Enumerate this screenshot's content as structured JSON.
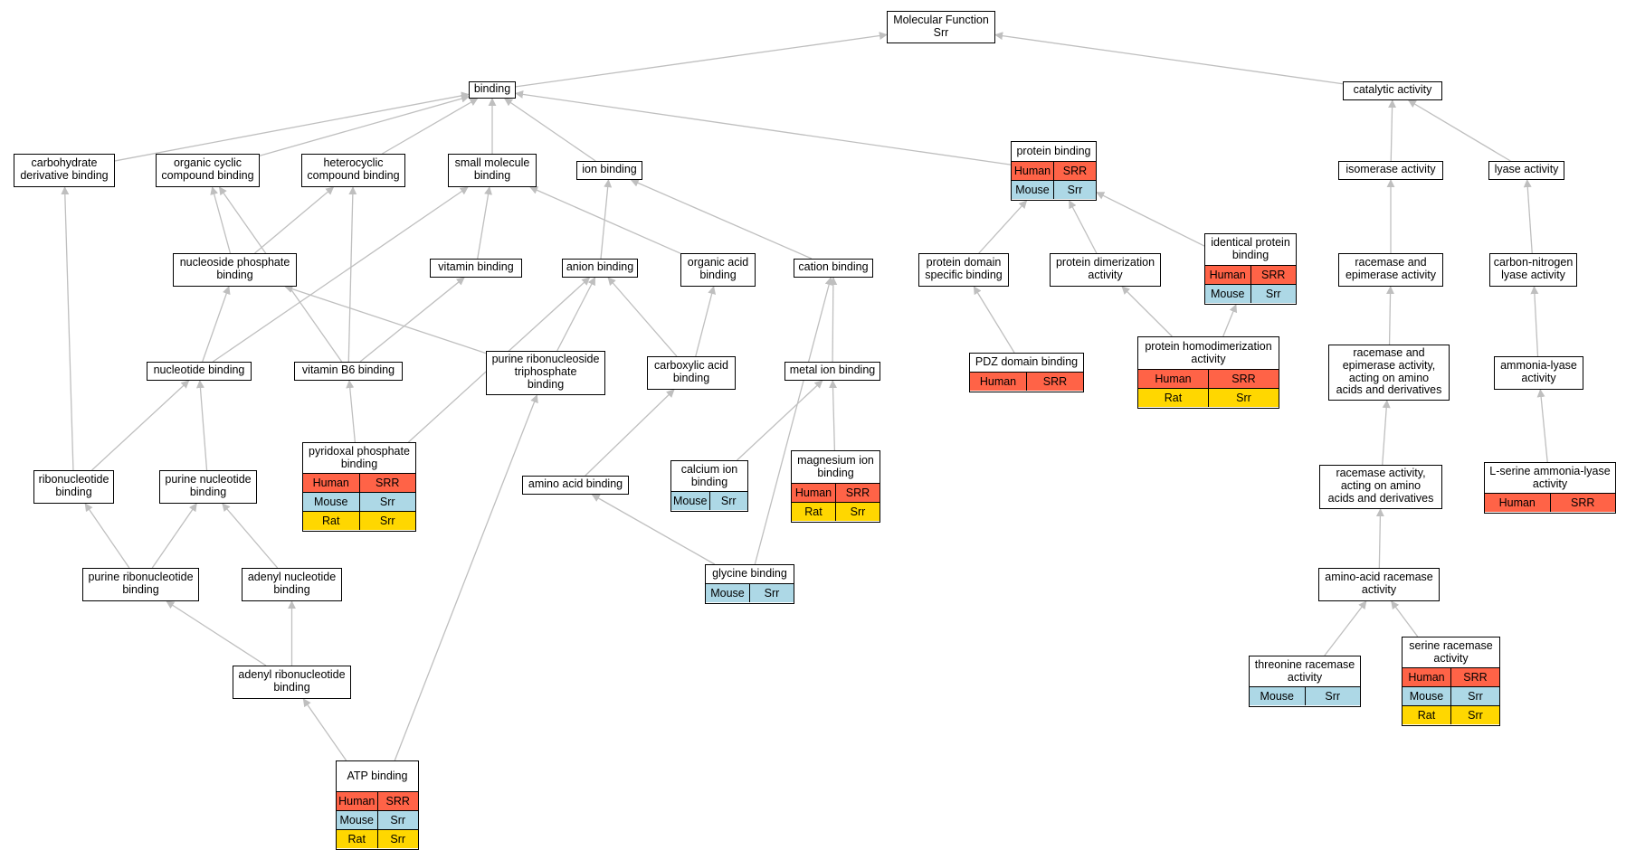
{
  "colors": {
    "Human": "#ff6347",
    "Mouse": "#add8e6",
    "Rat": "#ffd700",
    "edge": "#bfbfbf"
  },
  "nodes": {
    "mf": {
      "label": "Molecular Function\nSrr"
    },
    "binding": {
      "label": "binding"
    },
    "catalytic": {
      "label": "catalytic activity"
    },
    "carb": {
      "label": "carbohydrate\nderivative binding"
    },
    "orgcyc": {
      "label": "organic cyclic\ncompound binding"
    },
    "hetcyc": {
      "label": "heterocyclic\ncompound binding"
    },
    "smallmol": {
      "label": "small molecule\nbinding"
    },
    "ionb": {
      "label": "ion binding"
    },
    "protb": {
      "label": "protein binding",
      "rows": [
        [
          "Human",
          "SRR"
        ],
        [
          "Mouse",
          "Srr"
        ]
      ]
    },
    "isomerase": {
      "label": "isomerase activity"
    },
    "lyase": {
      "label": "lyase activity"
    },
    "nucphos": {
      "label": "nucleoside phosphate\nbinding"
    },
    "vitb": {
      "label": "vitamin binding"
    },
    "anion": {
      "label": "anion binding"
    },
    "orgacid": {
      "label": "organic acid\nbinding"
    },
    "cation": {
      "label": "cation binding"
    },
    "protdom": {
      "label": "protein domain\nspecific binding"
    },
    "protdimer": {
      "label": "protein dimerization\nactivity"
    },
    "identprot": {
      "label": "identical protein\nbinding",
      "rows": [
        [
          "Human",
          "SRR"
        ],
        [
          "Mouse",
          "Srr"
        ]
      ]
    },
    "racepi": {
      "label": "racemase and\nepimerase activity"
    },
    "cnlyase": {
      "label": "carbon-nitrogen\nlyase activity"
    },
    "nucleotide": {
      "label": "nucleotide binding"
    },
    "vitb6": {
      "label": "vitamin B6 binding"
    },
    "prntp": {
      "label": "purine ribonucleoside\ntriphosphate\nbinding"
    },
    "carbacid": {
      "label": "carboxylic acid\nbinding"
    },
    "metalion": {
      "label": "metal ion binding"
    },
    "pdz": {
      "label": "PDZ domain binding",
      "rows": [
        [
          "Human",
          "SRR"
        ]
      ]
    },
    "homodimer": {
      "label": "protein homodimerization\nactivity",
      "rows": [
        [
          "Human",
          "SRR"
        ],
        [
          "Rat",
          "Srr"
        ]
      ]
    },
    "racepiaa": {
      "label": "racemase and\nepimerase activity,\nacting on amino\nacids and derivatives"
    },
    "ammlyase": {
      "label": "ammonia-lyase\nactivity"
    },
    "pyridoxal": {
      "label": "pyridoxal phosphate\nbinding",
      "rows": [
        [
          "Human",
          "SRR"
        ],
        [
          "Mouse",
          "Srr"
        ],
        [
          "Rat",
          "Srr"
        ]
      ]
    },
    "ribonuc": {
      "label": "ribonucleotide\nbinding"
    },
    "purnuc": {
      "label": "purine nucleotide\nbinding"
    },
    "aabind": {
      "label": "amino acid binding"
    },
    "calcium": {
      "label": "calcium ion\nbinding",
      "rows": [
        [
          "Mouse",
          "Srr"
        ]
      ]
    },
    "magnesium": {
      "label": "magnesium ion\nbinding",
      "rows": [
        [
          "Human",
          "SRR"
        ],
        [
          "Rat",
          "Srr"
        ]
      ]
    },
    "raceaa": {
      "label": "racemase activity,\nacting on amino\nacids and derivatives"
    },
    "lserine": {
      "label": "L-serine ammonia-lyase\nactivity",
      "rows": [
        [
          "Human",
          "SRR"
        ]
      ]
    },
    "purribo": {
      "label": "purine ribonucleotide\nbinding"
    },
    "adenylnuc": {
      "label": "adenyl nucleotide\nbinding"
    },
    "glycine": {
      "label": "glycine binding",
      "rows": [
        [
          "Mouse",
          "Srr"
        ]
      ]
    },
    "aarace": {
      "label": "amino-acid racemase\nactivity"
    },
    "adenylribo": {
      "label": "adenyl ribonucleotide\nbinding"
    },
    "threonine": {
      "label": "threonine racemase\nactivity",
      "rows": [
        [
          "Mouse",
          "Srr"
        ]
      ]
    },
    "serine": {
      "label": "serine racemase\nactivity",
      "rows": [
        [
          "Human",
          "SRR"
        ],
        [
          "Mouse",
          "Srr"
        ],
        [
          "Rat",
          "Srr"
        ]
      ]
    },
    "atp": {
      "label": "ATP binding",
      "rows": [
        [
          "Human",
          "SRR"
        ],
        [
          "Mouse",
          "Srr"
        ],
        [
          "Rat",
          "Srr"
        ]
      ]
    }
  },
  "edges": [
    [
      "binding",
      "mf"
    ],
    [
      "catalytic",
      "mf"
    ],
    [
      "carb",
      "binding"
    ],
    [
      "orgcyc",
      "binding"
    ],
    [
      "hetcyc",
      "binding"
    ],
    [
      "smallmol",
      "binding"
    ],
    [
      "ionb",
      "binding"
    ],
    [
      "protb",
      "binding"
    ],
    [
      "isomerase",
      "catalytic"
    ],
    [
      "lyase",
      "catalytic"
    ],
    [
      "nucphos",
      "orgcyc"
    ],
    [
      "nucphos",
      "hetcyc"
    ],
    [
      "vitb",
      "smallmol"
    ],
    [
      "anion",
      "ionb"
    ],
    [
      "cation",
      "ionb"
    ],
    [
      "orgacid",
      "smallmol"
    ],
    [
      "protdom",
      "protb"
    ],
    [
      "protdimer",
      "protb"
    ],
    [
      "identprot",
      "protb"
    ],
    [
      "racepi",
      "isomerase"
    ],
    [
      "cnlyase",
      "lyase"
    ],
    [
      "nucleotide",
      "nucphos"
    ],
    [
      "nucleotide",
      "smallmol"
    ],
    [
      "vitb6",
      "orgcyc"
    ],
    [
      "vitb6",
      "hetcyc"
    ],
    [
      "vitb6",
      "vitb"
    ],
    [
      "prntp",
      "nucphos"
    ],
    [
      "prntp",
      "anion"
    ],
    [
      "carbacid",
      "anion"
    ],
    [
      "carbacid",
      "orgacid"
    ],
    [
      "metalion",
      "cation"
    ],
    [
      "pdz",
      "protdom"
    ],
    [
      "homodimer",
      "protdimer"
    ],
    [
      "homodimer",
      "identprot"
    ],
    [
      "racepiaa",
      "racepi"
    ],
    [
      "ammlyase",
      "cnlyase"
    ],
    [
      "pyridoxal",
      "vitb6"
    ],
    [
      "pyridoxal",
      "anion"
    ],
    [
      "ribonuc",
      "carb"
    ],
    [
      "ribonuc",
      "nucleotide"
    ],
    [
      "purnuc",
      "nucleotide"
    ],
    [
      "aabind",
      "carbacid"
    ],
    [
      "calcium",
      "metalion"
    ],
    [
      "magnesium",
      "metalion"
    ],
    [
      "raceaa",
      "racepiaa"
    ],
    [
      "lserine",
      "ammlyase"
    ],
    [
      "purribo",
      "ribonuc"
    ],
    [
      "purribo",
      "purnuc"
    ],
    [
      "adenylnuc",
      "purnuc"
    ],
    [
      "glycine",
      "aabind"
    ],
    [
      "glycine",
      "cation"
    ],
    [
      "aarace",
      "raceaa"
    ],
    [
      "adenylribo",
      "purribo"
    ],
    [
      "adenylribo",
      "adenylnuc"
    ],
    [
      "threonine",
      "aarace"
    ],
    [
      "serine",
      "aarace"
    ],
    [
      "atp",
      "adenylribo"
    ],
    [
      "atp",
      "prntp"
    ]
  ]
}
